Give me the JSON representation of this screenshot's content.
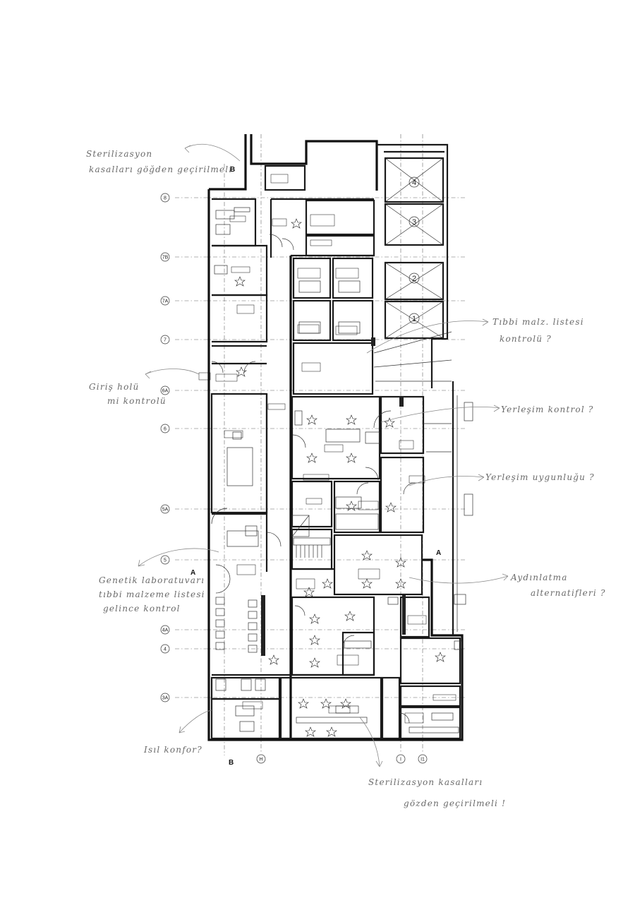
{
  "grid_rows": [
    "8",
    "7B",
    "7A",
    "7",
    "6A",
    "6",
    "5A",
    "5",
    "4A",
    "4",
    "3A"
  ],
  "grid_cols_bottom": [
    "H",
    "I",
    "I1"
  ],
  "section_marks": {
    "top_b": "B",
    "bottom_b": "B",
    "left_a": "A",
    "right_a": "A"
  },
  "elevators": [
    "4",
    "3",
    "2",
    "1"
  ],
  "annotations": [
    {
      "id": "sterilizasyon-top",
      "lines": [
        "Sterilizasyon",
        "kasalları göğden geçirilmeli"
      ]
    },
    {
      "id": "giris-holu",
      "lines": [
        "Giriş holü",
        "mi kontrolü"
      ]
    },
    {
      "id": "genetik-lab",
      "lines": [
        "Genetik laboratuvarı",
        "tıbbi malzeme listesi",
        "gelince kontrol"
      ]
    },
    {
      "id": "isil-konfor",
      "lines": [
        "Isıl konfor?"
      ]
    },
    {
      "id": "tibbi-malz",
      "lines": [
        "Tıbbi malz. listesi",
        "kontrolü ?"
      ]
    },
    {
      "id": "yerlesim-kontrol",
      "lines": [
        "Yerleşim kontrol ?"
      ]
    },
    {
      "id": "yerlesim-uygunlugu",
      "lines": [
        "Yerleşim uygunluğu ?"
      ]
    },
    {
      "id": "aydinlatma",
      "lines": [
        "Aydınlatma",
        "alternatifleri ?"
      ]
    },
    {
      "id": "sterilizasyon-bottom",
      "lines": [
        "Sterilizasyon kasalları",
        "gözden geçirilmeli !"
      ]
    }
  ]
}
